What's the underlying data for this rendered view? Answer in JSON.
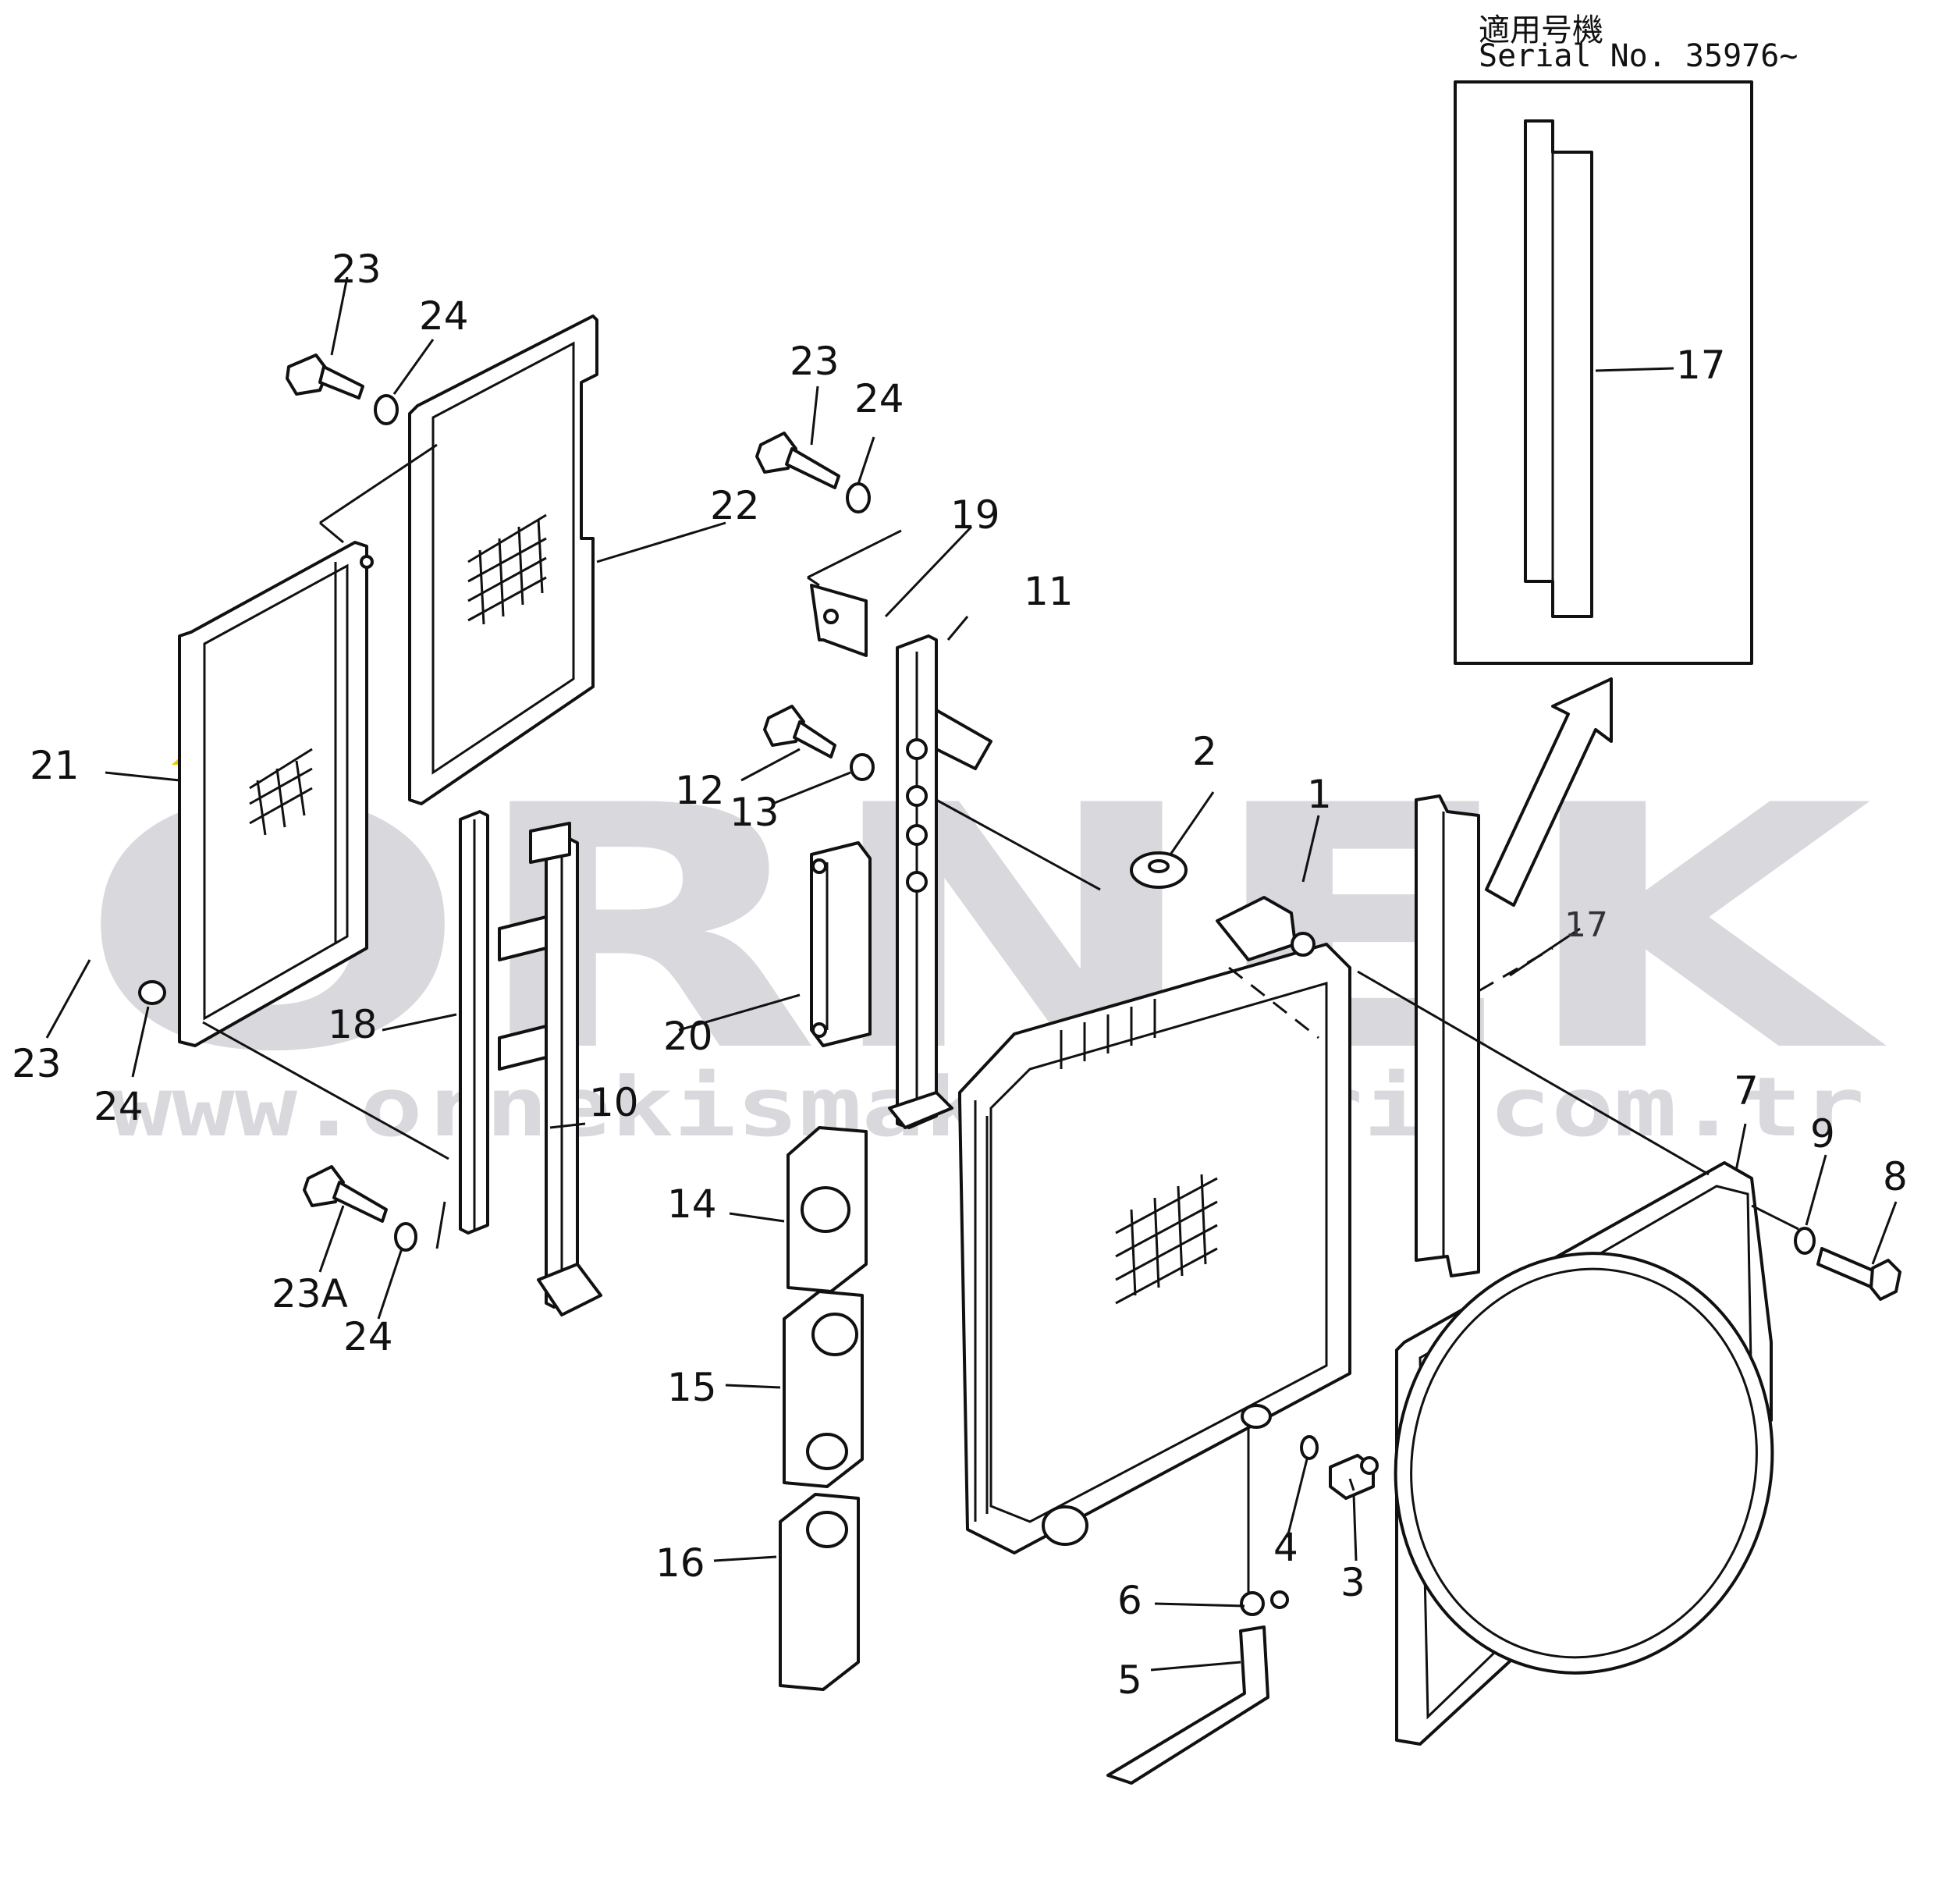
{
  "watermark": {
    "brand": "ÖRNEK",
    "url": "www.ornekismakinalari.com.tr",
    "accent_color": "#f2c400",
    "gray_color": "#d9d9dd"
  },
  "inset": {
    "header_jp": "適用号機",
    "header_serial": "Serial No. 35976~"
  },
  "callouts": [
    "1",
    "2",
    "3",
    "4",
    "5",
    "6",
    "7",
    "8",
    "9",
    "10",
    "11",
    "12",
    "13",
    "14",
    "15",
    "16",
    "17",
    "17",
    "18",
    "19",
    "20",
    "21",
    "22",
    "23",
    "23",
    "23",
    "23A",
    "24",
    "24",
    "24",
    "24"
  ]
}
